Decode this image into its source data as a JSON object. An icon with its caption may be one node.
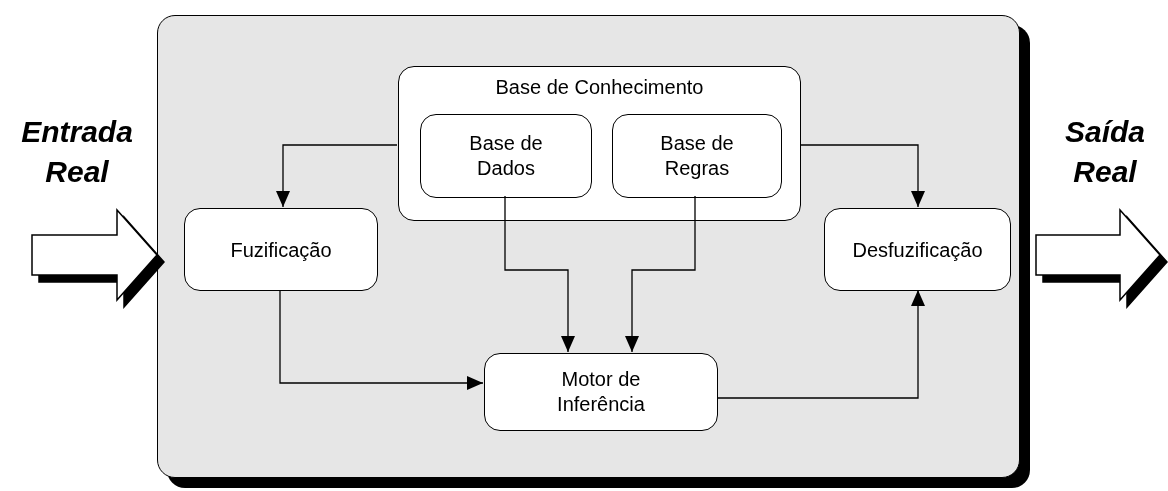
{
  "diagram": {
    "nodes": [
      {
        "text": [],
        "shape": "box"
      },
      {
        "text": [
          "Base de Conhecimento"
        ],
        "in": 0
      },
      {
        "text": [
          "Base de Dados"
        ],
        "in": 1
      },
      {
        "text": [
          "Base de Regras"
        ],
        "in": 1
      },
      {
        "text": [
          "Fuzificação"
        ],
        "in": 0
      },
      {
        "text": [
          "Desfuzificação"
        ],
        "in": 0
      },
      {
        "text": [
          "Motor de Inferência"
        ],
        "in": 0
      }
    ],
    "edges": [
      {
        "from": 1,
        "to": 4,
        "arrow": "to"
      },
      {
        "from": 1,
        "to": 5,
        "arrow": "to"
      },
      {
        "from": 2,
        "to": 6,
        "arrow": "to"
      },
      {
        "from": 3,
        "to": 6,
        "arrow": "to"
      },
      {
        "from": 4,
        "to": 6,
        "arrow": "to"
      },
      {
        "from": 6,
        "to": 5,
        "arrow": "to"
      },
      {
        "from": null,
        "to": 0,
        "arrow": "to",
        "style": "thick"
      },
      {
        "from": 0,
        "to": null,
        "arrow": "to",
        "style": "thick"
      }
    ],
    "labels": [
      "Entrada Real",
      "Saída Real"
    ]
  }
}
